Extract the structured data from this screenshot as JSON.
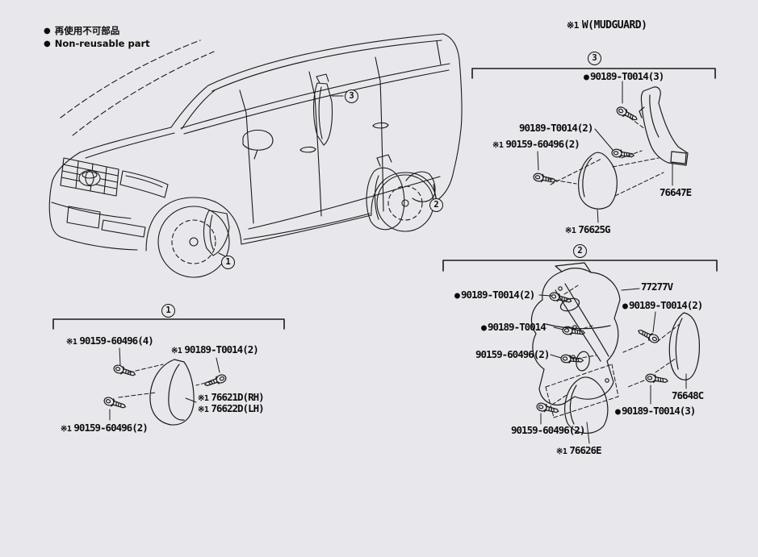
{
  "colors": {
    "background": "#e8e8ec",
    "line": "#1a1a1a",
    "text": "#0c0c0c"
  },
  "glyphs": {
    "non_reusable_bullet": "●",
    "reference_mark": "※1"
  },
  "legend": {
    "jp": "再使用不可部品",
    "en": "Non-reusable part"
  },
  "note": {
    "ref": "※1",
    "text": "W(MUDGUARD)"
  },
  "callouts": {
    "one": "1",
    "two": "2",
    "three": "3"
  },
  "sections": {
    "front_no1": {
      "labels": {
        "screw_a": {
          "ref": "※1",
          "part": "90159-60496(4)"
        },
        "bolt_a": {
          "ref": "※1",
          "part": "90189-T0014(2)"
        },
        "mudguard_rh": {
          "ref": "※1",
          "part": "76621D(RH)"
        },
        "mudguard_lh": {
          "ref": "※1",
          "part": "76622D(LH)"
        },
        "screw_b": {
          "ref": "※1",
          "part": "90159-60496(2)"
        }
      }
    },
    "center_no3": {
      "labels": {
        "bolt_a": {
          "bullet": "●",
          "part": "90189-T0014(3)"
        },
        "bolt_b": {
          "part": "90189-T0014(2)"
        },
        "screw_a": {
          "ref": "※1",
          "part": "90159-60496(2)"
        },
        "bracket": {
          "part": "76647E"
        },
        "mudguard": {
          "ref": "※1",
          "part": "76625G"
        }
      }
    },
    "rear_no2": {
      "labels": {
        "bolt_a": {
          "bullet": "●",
          "part": "90189-T0014(2)"
        },
        "liner": {
          "part": "77277V"
        },
        "bolt_b": {
          "bullet": "●",
          "part": "90189-T0014(2)"
        },
        "bolt_c": {
          "bullet": "●",
          "part": "90189-T0014"
        },
        "screw_a": {
          "part": "90159-60496(2)"
        },
        "mudguard": {
          "part": "76648C"
        },
        "bolt_d": {
          "bullet": "●",
          "part": "90189-T0014(3)"
        },
        "screw_b": {
          "part": "90159-60496(2)"
        },
        "seal": {
          "ref": "※1",
          "part": "76626E"
        }
      }
    }
  }
}
